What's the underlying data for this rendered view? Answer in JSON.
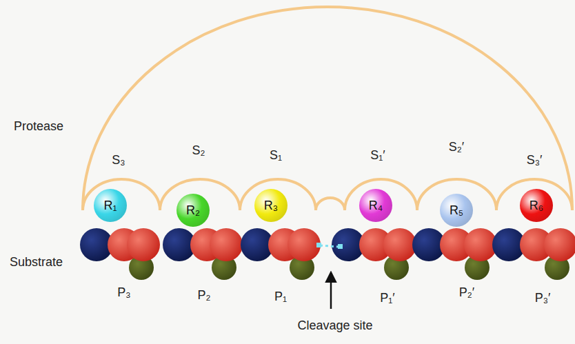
{
  "diagram": {
    "nodes": [
      {
        "text": [
          "R₁"
        ]
      },
      {
        "text": [
          "R₂"
        ]
      },
      {
        "text": [
          "R₃"
        ]
      },
      {
        "text": [
          "R₄"
        ]
      },
      {
        "text": [
          "R₅"
        ]
      },
      {
        "text": [
          "R₆"
        ]
      }
    ],
    "labels": [
      "Protease",
      "S₃",
      "S₂",
      "S₁",
      "S₁′",
      "S₂′",
      "S₃′",
      "Substrate",
      "P₃",
      "P₂",
      "P₁",
      "P₁′",
      "P₂′",
      "P₃′",
      "Cleavage site"
    ]
  }
}
